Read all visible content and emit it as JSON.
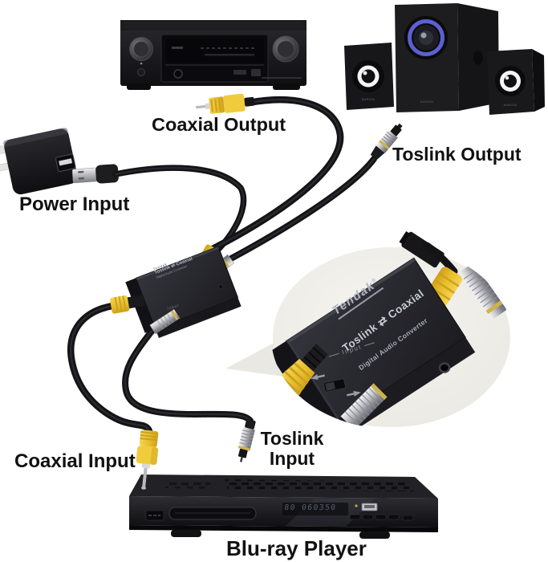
{
  "labels": {
    "coaxial_output": "Coaxial Output",
    "toslink_output": "Toslink Output",
    "power_input": "Power Input",
    "coaxial_input": "Coaxial Input",
    "toslink_input_line1": "Toslink",
    "toslink_input_line2": "Input",
    "blu_ray_player": "Blu-ray Player"
  },
  "converter": {
    "brand": "Tendak",
    "reg_mark": "®",
    "title": "Toslink ⇄ Coaxial",
    "subtitle": "Digital Audio Converter",
    "input_label": "Input"
  },
  "speakers": {
    "brand": "NANGIN"
  },
  "bluray": {
    "display_text": "80 060350"
  },
  "colors": {
    "background": "#ffffff",
    "label_text": "#111111",
    "rca_yellow": "#eec737",
    "toslink_band_gold": "#cdb44a",
    "subwoofer_ring_blue": "#5c60cf",
    "cable_black": "#141417",
    "inset_circle": "#f1f0ec",
    "callout_wedge": "#e9e8e3",
    "device_body": "#232327"
  }
}
